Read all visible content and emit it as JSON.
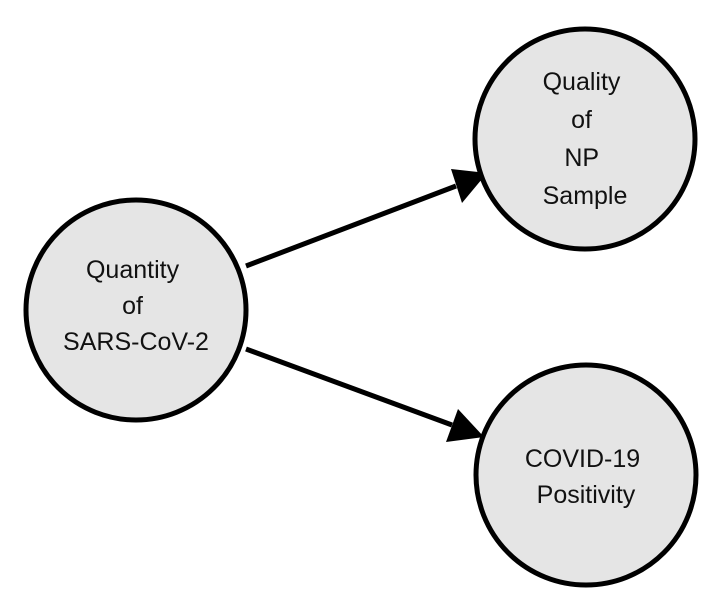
{
  "diagram": {
    "nodes": {
      "quantity": {
        "lines": [
          "Quantity",
          "of",
          "SARS-CoV-2"
        ]
      },
      "quality": {
        "lines": [
          "Quality",
          "of",
          "NP",
          "Sample"
        ]
      },
      "positivity": {
        "lines": [
          "COVID-19",
          "Positivity"
        ]
      }
    },
    "edges": [
      {
        "from": "quantity",
        "to": "quality"
      },
      {
        "from": "quantity",
        "to": "positivity"
      }
    ],
    "colors": {
      "node_fill": "#e5e5e5",
      "stroke": "#000000",
      "text": "#111111"
    }
  }
}
